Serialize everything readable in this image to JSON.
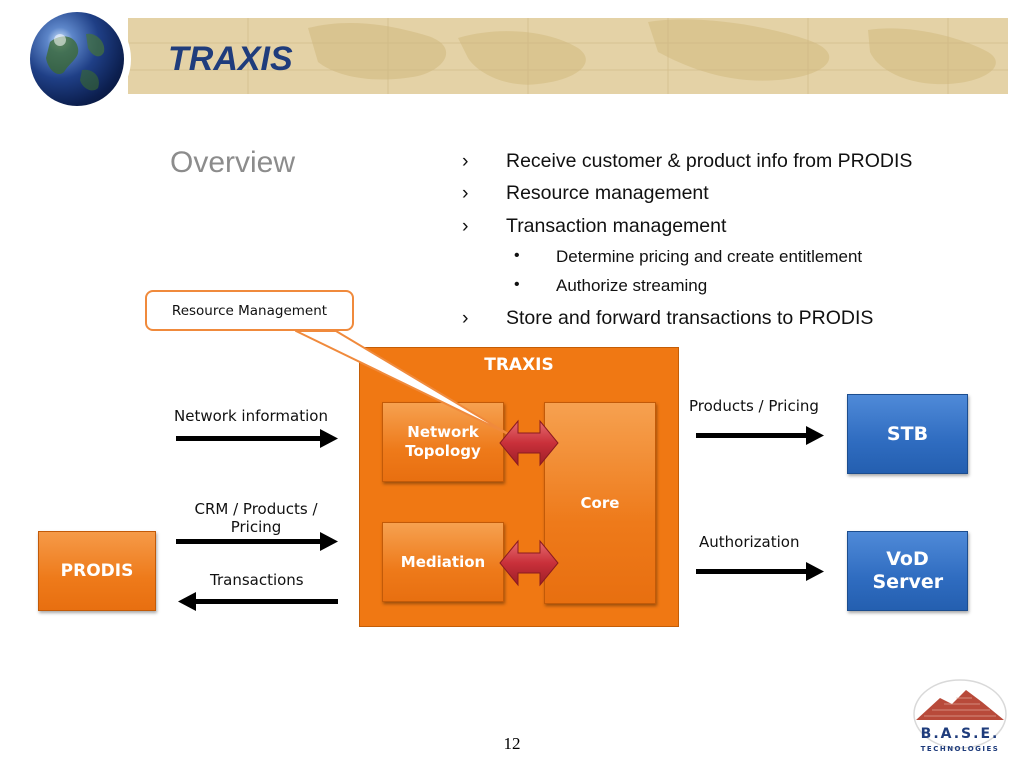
{
  "header": {
    "title": "TRAXIS"
  },
  "overview": {
    "label": "Overview"
  },
  "bullets": [
    {
      "marker": "›",
      "text": "Receive customer & product info from PRODIS"
    },
    {
      "marker": "›",
      "text": "Resource management"
    },
    {
      "marker": "›",
      "text": "Transaction management"
    },
    {
      "marker": "•",
      "text": "Determine pricing and create entitlement"
    },
    {
      "marker": "•",
      "text": "Authorize streaming"
    },
    {
      "marker": "›",
      "text": "Store and forward transactions to PRODIS"
    }
  ],
  "diagram": {
    "callout": "Resource Management",
    "traxis_label": "TRAXIS",
    "network_topology": "Network Topology",
    "mediation": "Mediation",
    "core": "Core",
    "prodis": "PRODIS",
    "stb": "STB",
    "vod_server": "VoD Server",
    "labels": {
      "network_information": "Network information",
      "crm_products_pricing": "CRM / Products / Pricing",
      "transactions": "Transactions",
      "products_pricing": "Products / Pricing",
      "authorization": "Authorization"
    }
  },
  "footer": {
    "page_number": "12",
    "logo_text": "B.A.S.E.",
    "logo_subtext": "TECHNOLOGIES"
  },
  "colors": {
    "title_blue": "#1f3c7c",
    "orange": "#f07813",
    "blue_box": "#2f6cc0",
    "banner": "#e4d2a6",
    "double_arrow_red": "#c9303a"
  }
}
